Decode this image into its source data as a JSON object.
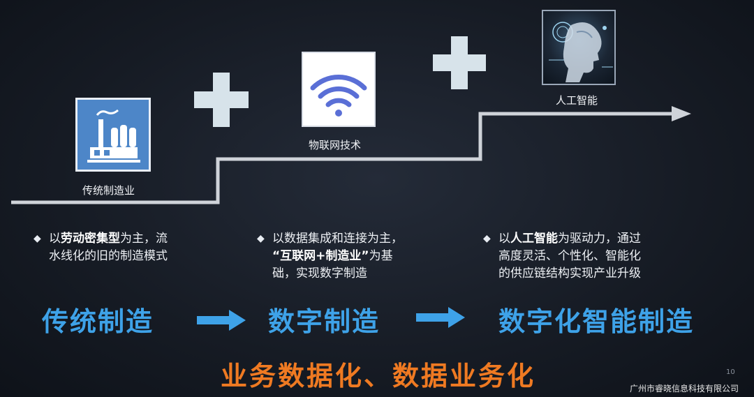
{
  "steps": [
    {
      "caption": "传统制造业",
      "icon": "factory-icon",
      "bullet_pre": "以",
      "bullet_bold": "劳动密集型",
      "bullet_post": "为主，流",
      "bullet_line2": "水线化的旧的制造模式"
    },
    {
      "caption": "物联网技术",
      "icon": "wifi-icon",
      "bullet_line1": "以数据集成和连接为主，",
      "bullet_bold": "“互联网+制造业”",
      "bullet_post": "为基",
      "bullet_line3": "础，实现数字制造"
    },
    {
      "caption": "人工智能",
      "icon": "ai-head-icon",
      "bullet_pre": "以",
      "bullet_bold": "人工智能",
      "bullet_post": "为驱动力，通过",
      "bullet_line2": "高度灵活、个性化、智能化",
      "bullet_line3": "的供应链结构实现产业升级"
    }
  ],
  "stages": [
    "传统制造",
    "数字制造",
    "数字化智能制造"
  ],
  "slogan": "业务数据化、数据业务化",
  "watermark": "广州市睿晓信息科技有限公司",
  "page_number": "10",
  "colors": {
    "stage_text": "#3ea2e8",
    "slogan_text": "#ef7a22",
    "plus_sign": "#d7e3ea",
    "step_line": "#cfd3d9",
    "factory_bg": "#4d86c8",
    "wifi_color": "#5a6fd6"
  }
}
